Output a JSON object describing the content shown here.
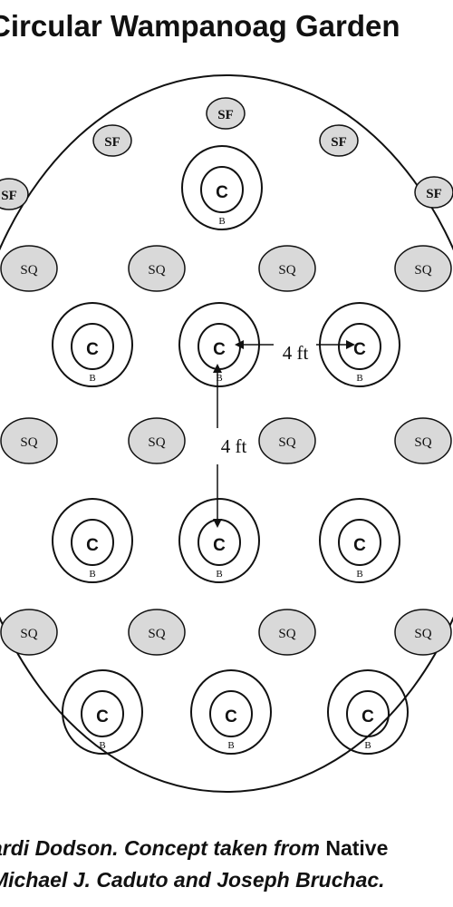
{
  "title": "Circular Wampanoag Garden",
  "labels": {
    "corn": "C",
    "beans": "B",
    "squash": "SQ",
    "sunflower": "SF",
    "spacing_horizontal": "4 ft",
    "spacing_vertical": "4 ft"
  },
  "credit": {
    "line1_italic": "ardi Dodson. Concept taken from ",
    "line1_bold": "Native",
    "line2_italic": "Michael J. Caduto and Joseph Bruchac."
  },
  "colors": {
    "ink": "#111111",
    "squash_fill": "#d9d9d9",
    "background": "#ffffff"
  }
}
